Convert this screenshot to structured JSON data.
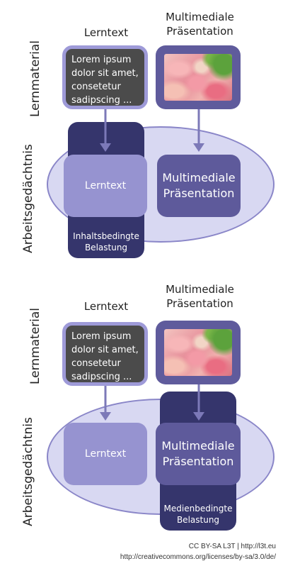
{
  "labels": {
    "material": "Lernmaterial",
    "memory": "Arbeitsgedächtnis"
  },
  "columns": {
    "text_header": "Lerntext",
    "media_header_line1": "Multimediale",
    "media_header_line2": "Präsentation"
  },
  "text_card": {
    "line1": "Lorem ipsum",
    "line2": "dolor sit amet,",
    "line3": "consetetur",
    "line4": "sadipscing ..."
  },
  "boxes": {
    "text": "Lerntext",
    "media_line1": "Multimediale",
    "media_line2": "Präsentation"
  },
  "load_1": {
    "line1": "Inhaltsbedingte",
    "line2": "Belastung"
  },
  "load_2": {
    "line1": "Medienbedingte",
    "line2": "Belastung"
  },
  "footer": {
    "line1": "CC BY-SA L3T | http://l3t.eu",
    "line2": "http://creativecommons.org/licenses/by-sa/3.0/de/"
  },
  "colors": {
    "dark_tab": "#35356c",
    "ellipse": "#d8d8f2",
    "light_box": "#9693d0",
    "dark_box": "#5e5a9b",
    "card_border": "#9e9ad8",
    "arrow": "#7c79b8"
  }
}
